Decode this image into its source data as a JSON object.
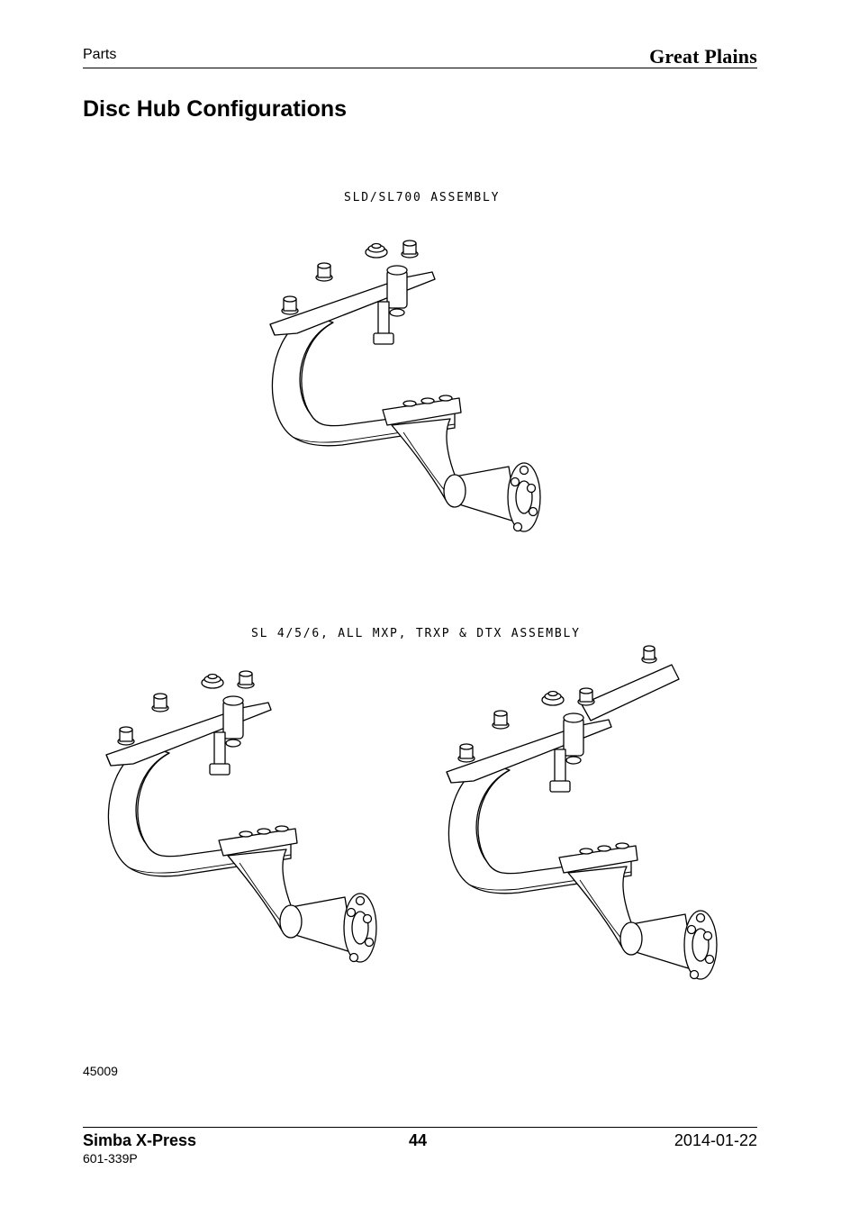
{
  "header": {
    "section": "Parts",
    "brand": "Great Plains"
  },
  "title": "Disc Hub Configurations",
  "figures": [
    {
      "caption": "SLD/SL700 ASSEMBLY"
    },
    {
      "caption": "SL 4/5/6, ALL MXP, TRXP & DTX ASSEMBLY"
    }
  ],
  "figure_code": "45009",
  "footer": {
    "title": "Simba X-Press",
    "page": "44",
    "date": "2014-01-22",
    "part_number": "601-339P"
  }
}
